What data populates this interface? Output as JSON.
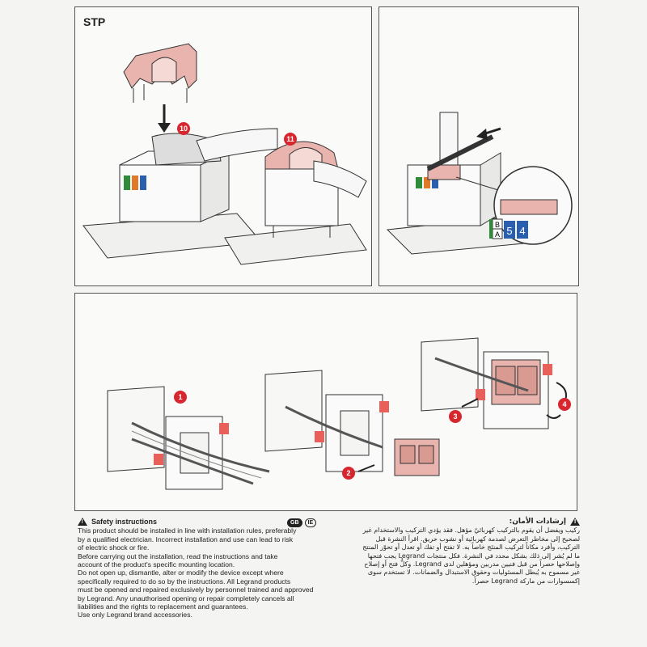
{
  "stp_panel": {
    "label": "STP",
    "steps": [
      "10",
      "11"
    ]
  },
  "zoom_panel": {
    "label_b": "B",
    "label_a": "A",
    "num_5": "5",
    "num_4": "4"
  },
  "mount_panel": {
    "steps": [
      "1",
      "2",
      "3",
      "4"
    ]
  },
  "safety_en": {
    "title": "Safety instructions",
    "badges": [
      "GB",
      "IE"
    ],
    "lines": [
      "This product should be installed in line with installation rules, preferably",
      "by a qualified electrician. Incorrect installation and use can lead to risk",
      "of electric shock or fire.",
      "Before carrying out the installation, read the instructions and take",
      "account of the product's specific mounting location.",
      "Do not open up, dismantle, alter or modify the device except where",
      "specifically required to do so by the instructions. All Legrand products",
      "must be opened and repaired exclusively by personnel trained and approved",
      "by Legrand. Any unauthorised opening or repair completely cancels all",
      "liabilities and the rights to replacement and guarantees.",
      "Use only Legrand brand accessories."
    ]
  },
  "safety_ar": {
    "title": "إرشادات الأمان:",
    "lines": [
      "ركيب ويفضل أن يقوم بالتركيب كهربائيٌ مؤهل. فقد يؤدي التركيب والاستخدام غير",
      "لصحيح إلى مخاطر التعرض لصدمة كهربائية أو نشوب حريق. اقرأ النشرة قبل",
      "التركيب، وأفرد مكاناً لتركيب المنتَج خاصاً به. لا تفتح أو تفك أو تعدل أو تحوّر المنتج",
      "ما لم يُشر إلى ذلك بشكل محدد في النشرة. فكل منتجات Legrand يجب فتحها",
      "وإصلاحها حصراً من قبل فنيين مدربين ومؤهلين لدى Legrand. وكلُّ فتح أو إصلاح",
      "غير مسموح به يُبطل المسئوليات وحقوق الاستبدال والضمانات. لا تستخدم سوى",
      "إكسسوارات من ماركة Legrand حصراً."
    ]
  },
  "colors": {
    "pink": "#e9b4ad",
    "red_circle": "#d8262e",
    "line": "#333333",
    "blue_label": "#2a5fb0",
    "green_label": "#2e8b3a",
    "orange_label": "#e07a2a"
  }
}
